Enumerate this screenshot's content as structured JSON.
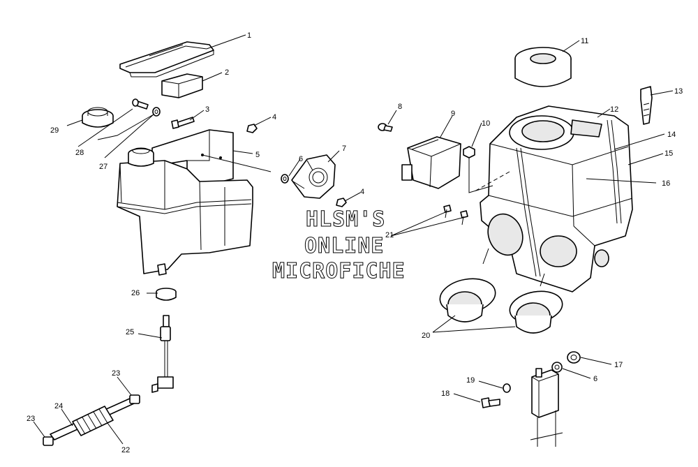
{
  "callouts": {
    "c1": "1",
    "c2": "2",
    "c3": "3",
    "c4a": "4",
    "c4b": "4",
    "c5": "5",
    "c6a": "6",
    "c6b": "6",
    "c7": "7",
    "c8": "8",
    "c9": "9",
    "c10": "10",
    "c11": "11",
    "c12": "12",
    "c13": "13",
    "c14": "14",
    "c15": "15",
    "c16": "16",
    "c17": "17",
    "c18": "18",
    "c19": "19",
    "c20": "20",
    "c21": "21",
    "c22": "22",
    "c23a": "23",
    "c23b": "23",
    "c24": "24",
    "c25": "25",
    "c26": "26",
    "c27": "27",
    "c28": "28",
    "c29": "29"
  },
  "watermark": {
    "line1": "HLSM'S",
    "line2": "ONLINE",
    "line3": "MICROFICHE"
  }
}
